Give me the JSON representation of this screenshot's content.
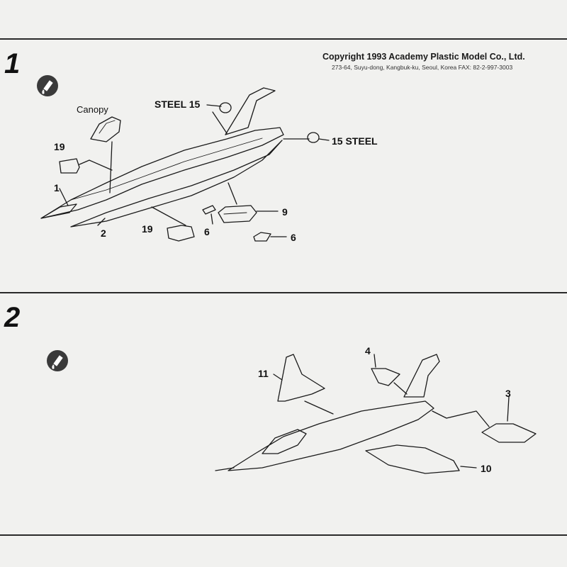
{
  "header": {
    "copyright": "Copyright 1993 Academy Plastic Model Co., Ltd.",
    "address": "273-64, Suyu-dong, Kangbuk-ku, Seoul, Korea   FAX: 82-2-997-3003"
  },
  "step1": {
    "number": "1",
    "icon": "glue-tube-icon",
    "labels": {
      "canopy": "Canopy",
      "steel_15_top": "STEEL 15",
      "steel_15_right": "15 STEEL",
      "part_19_top": "19",
      "part_1": "1",
      "part_2": "2",
      "part_19_bottom": "19",
      "part_6_left": "6",
      "part_9": "9",
      "part_6_right": "6"
    }
  },
  "step2": {
    "number": "2",
    "icon": "glue-tube-icon",
    "labels": {
      "part_11": "11",
      "part_4": "4",
      "part_3": "3",
      "part_10": "10"
    }
  }
}
